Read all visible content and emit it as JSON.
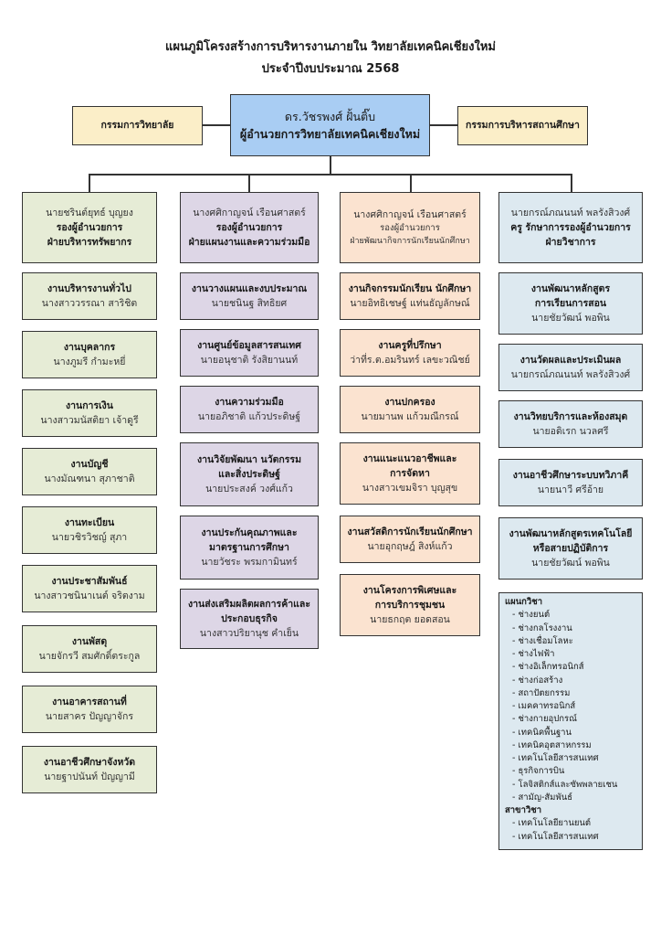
{
  "title_line1": "แผนภูมิโครงสร้างการบริหารงานภายใน วิทยาลัยเทคนิคเชียงใหม่",
  "title_line2": "ประจำปีงบประมาณ 2568",
  "director": {
    "name": "ดร.วัชรพงศ์ ฝั้นติ๊บ",
    "position": "ผู้อำนวยการวิทยาลัยเทคนิคเชียงใหม่"
  },
  "left_committee": "กรรมการวิทยาลัย",
  "right_committee": "กรรมการบริหารสถานศึกษา",
  "columns": [
    {
      "head": {
        "name": "นายชรินต์ยุทธ์ บุญยง",
        "role": "รองผู้อำนวยการ",
        "dept": "ฝ่ายบริหารทรัพยากร"
      },
      "units": [
        {
          "title": "งานบริหารงานทั่วไป",
          "person": "นางสาววรรณา สาริชิต"
        },
        {
          "title": "งานบุคลากร",
          "person": "นางภูมรี กำมะหยี่"
        },
        {
          "title": "งานการเงิน",
          "person": "นางสาวมนัสติยา เจ้าดูรี"
        },
        {
          "title": "งานบัญชี",
          "person": "นางมัณฑนา สุภาชาติ"
        },
        {
          "title": "งานทะเบียน",
          "person": "นายวชิรวิชญ์ สุภา"
        },
        {
          "title": "งานประชาสัมพันธ์",
          "person": "นางสาวชนินาเนต์ จริตงาม"
        },
        {
          "title": "งานพัสดุ",
          "person": "นายจักรวี สมศักดิ์ตระกูล"
        },
        {
          "title": "งานอาคารสถานที่",
          "person": "นายสาคร ปัญญาจักร"
        },
        {
          "title": "งานอาชีวศึกษาจังหวัด",
          "person": "นายฐาปนันท์ ปัญญามี"
        }
      ]
    },
    {
      "head": {
        "name": "นางศศิกาญจน์ เรือนศาสตร์",
        "role": "รองผู้อำนวยการ",
        "dept": "ฝ่ายแผนงานและความร่วมมือ"
      },
      "units": [
        {
          "title": "งานวางแผนและงบประมาณ",
          "person": "นายชนินฐ สิทธิยศ"
        },
        {
          "title": "งานศูนย์ข้อมูลสารสนเทศ",
          "person": "นายอนุชาติ รังสิยานนท์"
        },
        {
          "title": "งานความร่วมมือ",
          "person": "นายอภิชาติ แก้วประดิษฐ์"
        },
        {
          "title": "งานวิจัยพัฒนา นวัตกรรม",
          "title2": "และสิ่งประดิษฐ์",
          "person": "นายประสงค์ วงศ์แก้ว"
        },
        {
          "title": "งานประกันคุณภาพและ",
          "title2": "มาตรฐานการศึกษา",
          "person": "นายวัชระ พรมกามินทร์"
        },
        {
          "title": "งานส่งเสริมผลิตผลการค้าและ",
          "title2": "ประกอบธุรกิจ",
          "person": "นางสาวปริยานุช คำเย็น"
        }
      ]
    },
    {
      "head": {
        "name": "นางศศิกาญจน์ เรือนศาสตร์",
        "role": "รองผู้อำนวยการ",
        "dept": "ฝ่ายพัฒนากิจการนักเรียนนักศึกษา"
      },
      "units": [
        {
          "title": "งานกิจกรรมนักเรียน นักศึกษา",
          "person": "นายอิทธิเชษฐ์ แท่นธัญลักษณ์"
        },
        {
          "title": "งานครูที่ปรึกษา",
          "person": "ว่าที่ร.ต.อมรินทร์ เลขะวณิชย์"
        },
        {
          "title": "งานปกครอง",
          "person": "นายมานพ แก้วมณีกรณ์"
        },
        {
          "title": "งานแนะแนวอาชีพและ",
          "title2": "การจัดหา",
          "person": "นางสาวเขมจิรา บุญสุข"
        },
        {
          "title": "งานสวัสดิการนักเรียนนักศึกษา",
          "person": "นายอุกฤษฎ์ สิงห์แก้ว"
        },
        {
          "title": "งานโครงการพิเศษและ",
          "title2": "การบริการชุมชน",
          "person": "นายธกฤต ยอดสอน"
        }
      ]
    },
    {
      "head": {
        "name": "นายกรณ์ภณนนท์ พลรังสิวงศ์",
        "role": "ครู รักษาการรองผู้อำนวยการ",
        "dept": "ฝ่ายวิชาการ"
      },
      "units": [
        {
          "title": "งานพัฒนาหลักสูตร",
          "title2": "การเรียนการสอน",
          "person": "นายชัยวัฒน์ พอพิน"
        },
        {
          "title": "งานวัดผลและประเมินผล",
          "person": "นายกรณ์ภณนนท์ พลรังสิวงศ์"
        },
        {
          "title": "งานวิทยบริการและห้องสมุด",
          "person": "นายอดิเรก นวลศรี"
        },
        {
          "title": "งานอาชีวศึกษาระบบทวิภาคี",
          "person": "นายนาวี ศรีอ้าย"
        },
        {
          "title": "งานพัฒนาหลักสูตรเทคโนโลยี",
          "title2": "หรือสายปฏิบัติการ",
          "person": "นายชัยวัฒน์ พอพิน"
        }
      ]
    }
  ],
  "departments": {
    "heading": "แผนกวิชา",
    "items": [
      "ช่างยนต์",
      "ช่างกลโรงงาน",
      "ช่างเชื่อมโลหะ",
      "ช่างไฟฟ้า",
      "ช่างอิเล็กทรอนิกส์",
      "ช่างก่อสร้าง",
      "สถาปัตยกรรม",
      "เมคคาทรอนิกส์",
      "ช่างกายอุปกรณ์",
      "เทคนิคพื้นฐาน",
      "เทคนิคอุตสาหกรรม",
      "เทคโนโลยีสารสนเทศ",
      "ธุรกิจการบิน",
      "โลจิสติกส์และซัพพลายเชน",
      "สามัญ-สัมพันธ์"
    ],
    "heading2": "สาขาวิชา",
    "items2": [
      "เทคโนโลยียานยนต์",
      "เทคโนโลยีสารสนเทศ"
    ],
    "bullet": "-"
  }
}
